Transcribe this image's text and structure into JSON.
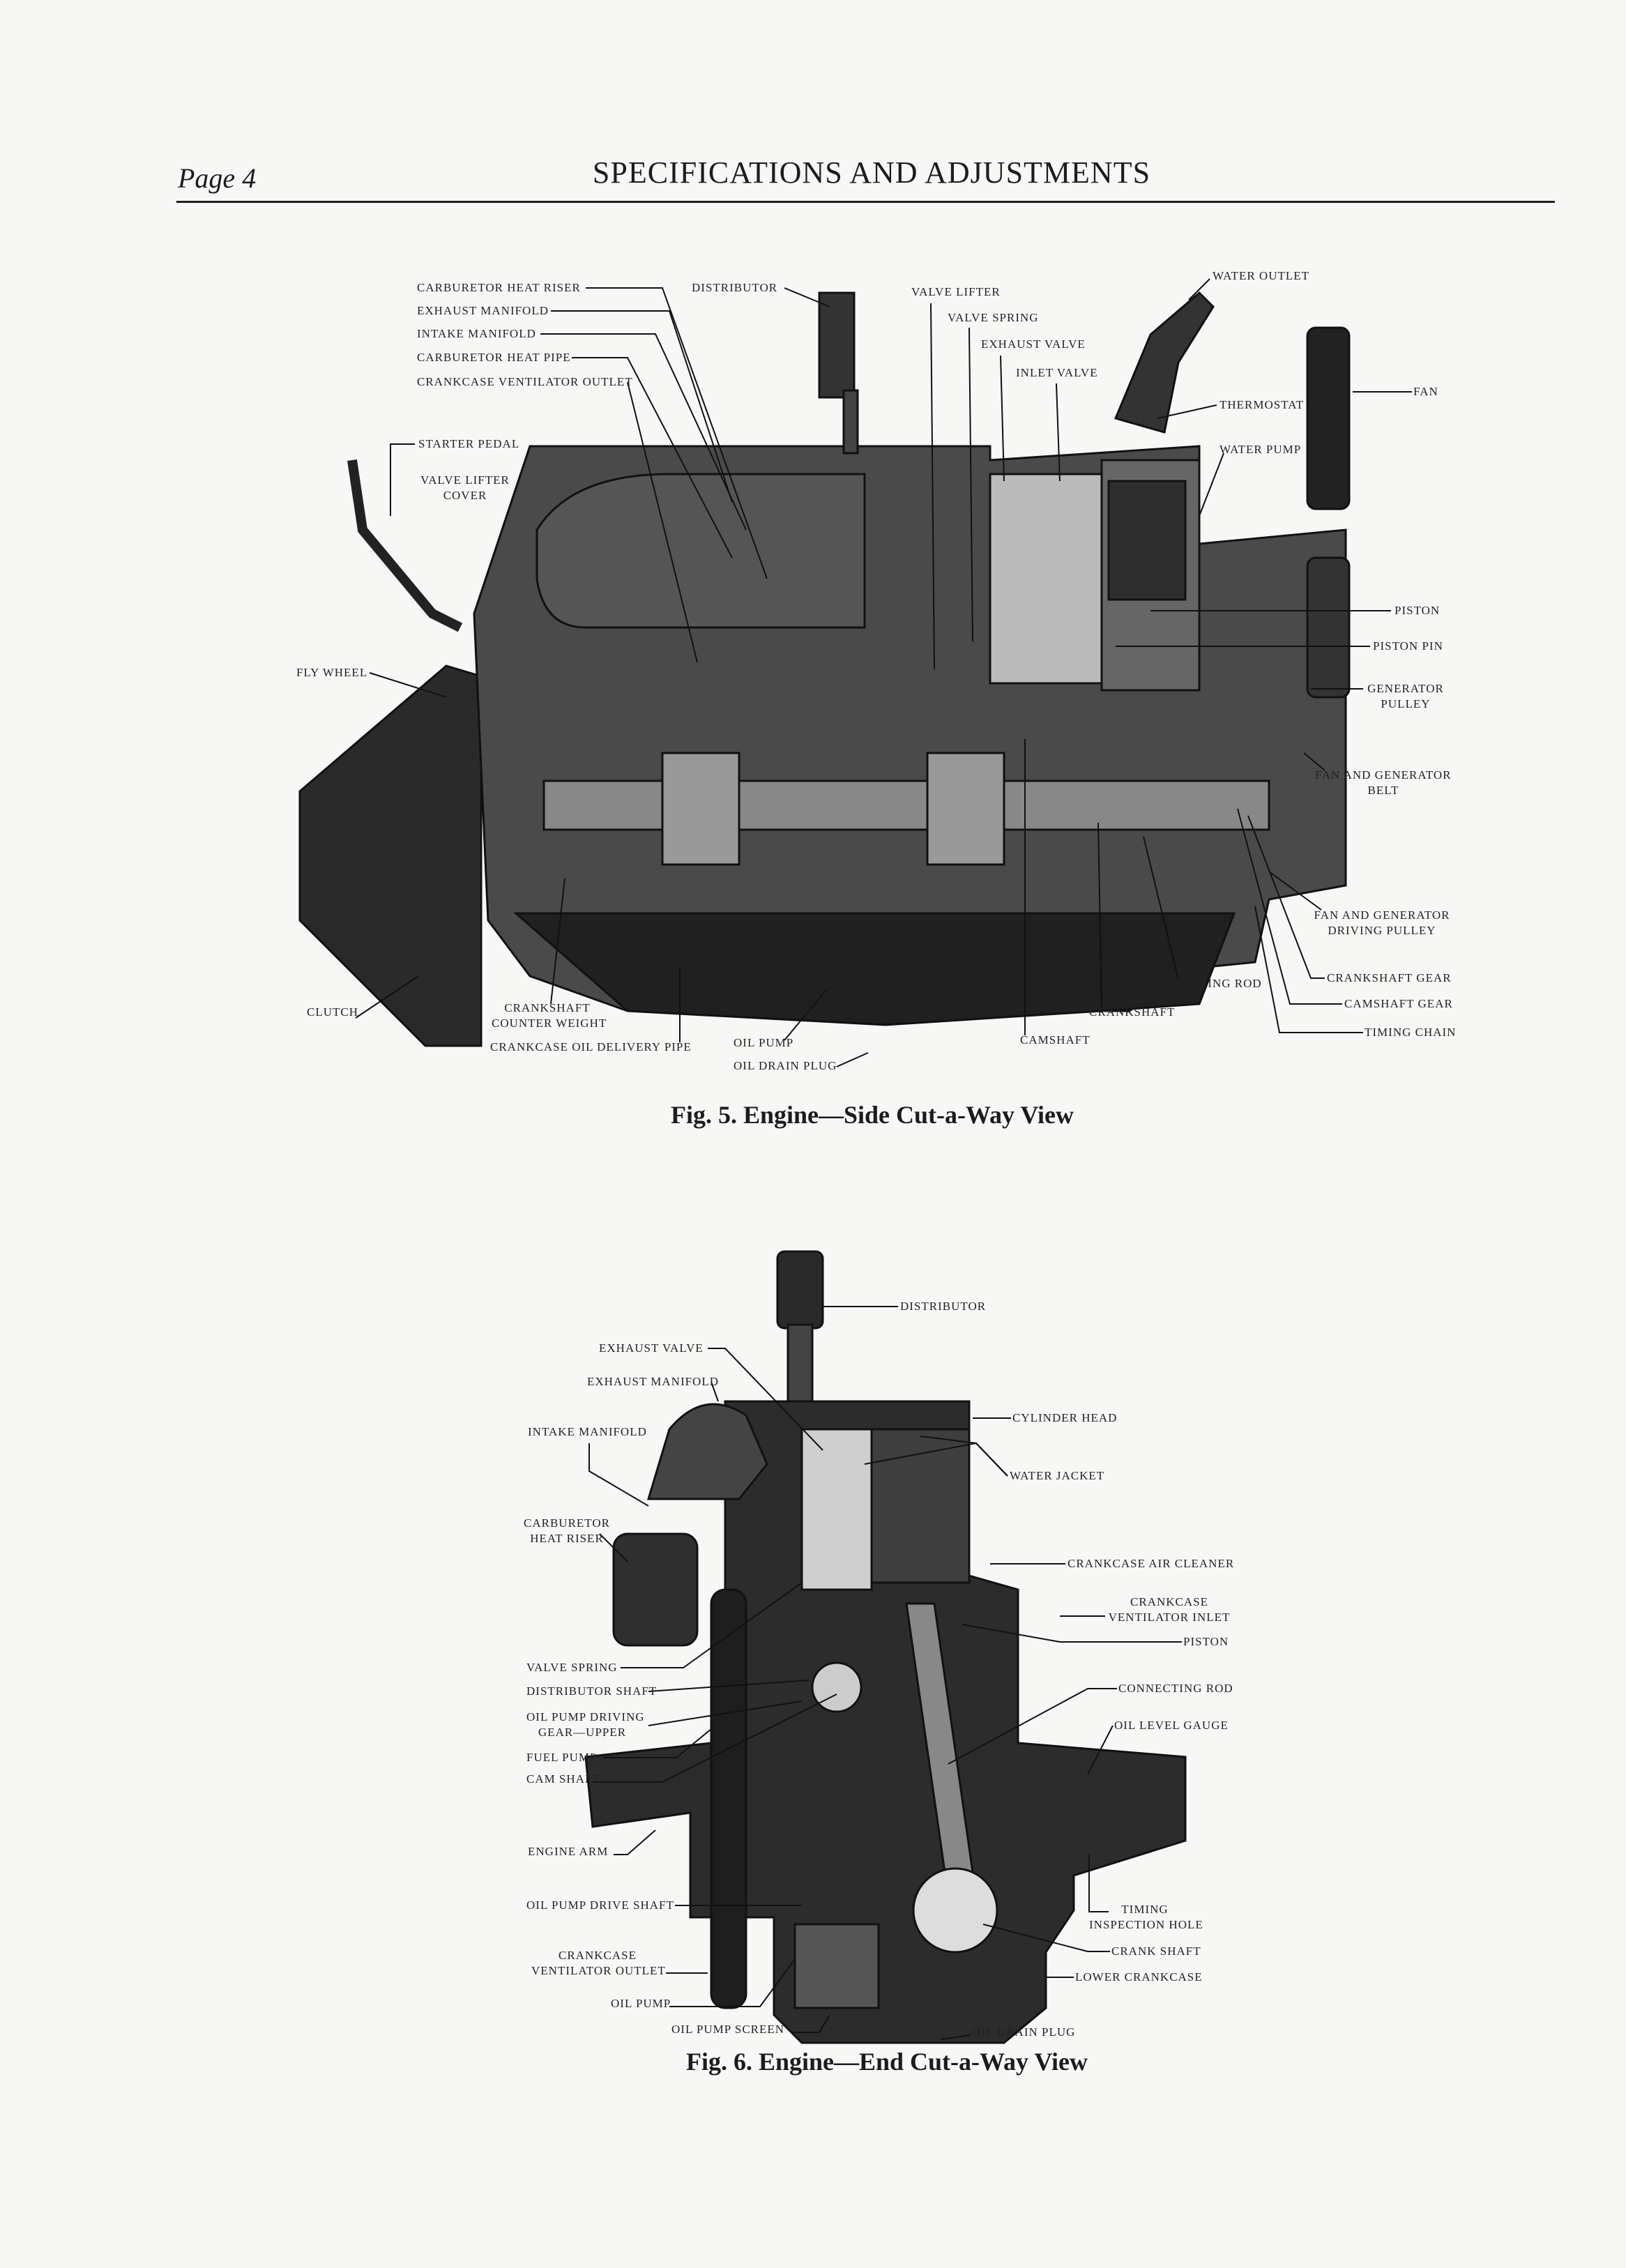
{
  "header": {
    "page": "Page 4",
    "title": "SPECIFICATIONS AND ADJUSTMENTS"
  },
  "fig5": {
    "caption": "Fig. 5.  Engine—Side Cut-a-Way View",
    "labels": [
      "CARBURETOR HEAT RISER",
      "EXHAUST MANIFOLD",
      "INTAKE MANIFOLD",
      "CARBURETOR HEAT PIPE",
      "CRANKCASE VENTILATOR OUTLET",
      "DISTRIBUTOR",
      "VALVE LIFTER",
      "VALVE SPRING",
      "EXHAUST VALVE",
      "INLET VALVE",
      "WATER OUTLET",
      "THERMOSTAT",
      "FAN",
      "WATER PUMP",
      "STARTER PEDAL",
      "VALVE LIFTER",
      "COVER",
      "PISTON",
      "PISTON PIN",
      "GENERATOR",
      "PULLEY",
      "FAN AND GENERATOR",
      "BELT",
      "FLY WHEEL",
      "FAN AND GENERATOR",
      "DRIVING PULLEY",
      "CRANKSHAFT GEAR",
      "CAMSHAFT GEAR",
      "TIMING CHAIN",
      "CONNECTING ROD",
      "CRANKSHAFT",
      "CAMSHAFT",
      "CLUTCH",
      "CRANKSHAFT",
      "COUNTER WEIGHT",
      "CRANKCASE OIL DELIVERY PIPE",
      "OIL PUMP",
      "OIL DRAIN PLUG"
    ]
  },
  "fig6": {
    "caption": "Fig. 6.  Engine—End Cut-a-Way View",
    "labels": [
      "DISTRIBUTOR",
      "EXHAUST VALVE",
      "EXHAUST MANIFOLD",
      "INTAKE MANIFOLD",
      "CYLINDER HEAD",
      "WATER JACKET",
      "CARBURETOR",
      "HEAT RISER",
      "CRANKCASE AIR CLEANER",
      "CRANKCASE",
      "VENTILATOR INLET",
      "PISTON",
      "VALVE SPRING",
      "DISTRIBUTOR SHAFT",
      "CONNECTING ROD",
      "OIL PUMP DRIVING",
      "GEAR—UPPER",
      "OIL LEVEL GAUGE",
      "FUEL PUMP",
      "CAM SHAFT",
      "ENGINE ARM",
      "OIL PUMP DRIVE SHAFT",
      "TIMING",
      "INSPECTION HOLE",
      "CRANK SHAFT",
      "CRANKCASE",
      "VENTILATOR OUTLET",
      "LOWER CRANKCASE",
      "OIL PUMP",
      "OIL PUMP SCREEN",
      "OIL DRAIN PLUG"
    ]
  }
}
